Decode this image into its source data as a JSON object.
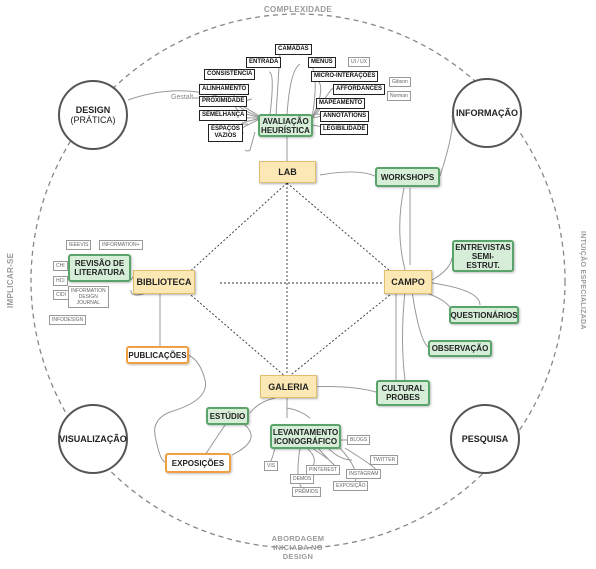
{
  "outer_labels": {
    "top": "COMPLEXIDADE",
    "left": "IMPLICAR-SE",
    "right": "INTUIÇÃO ESPECIALIZADA",
    "bottom": [
      "ABORDAGEM",
      "INICIADA NO",
      "DESIGN"
    ]
  },
  "circles": {
    "design": {
      "title": "DESIGN",
      "subtitle": "(PRÁTICA)"
    },
    "informacao": {
      "title": "INFORMAÇÃO"
    },
    "visualizacao": {
      "title": "VISUALIZAÇÃO"
    },
    "pesquisa": {
      "title": "PESQUISA"
    }
  },
  "hubs": {
    "lab": "LAB",
    "biblioteca": "BIBLIOTECA",
    "campo": "CAMPO",
    "galeria": "GALERIA"
  },
  "green_boxes": {
    "avaliacao": [
      "AVALIAÇÃO",
      "HEURÍSTICA"
    ],
    "workshops": "WORKSHOPS",
    "entrevistas": [
      "ENTREVISTAS",
      "SEMI-",
      "ESTRUT."
    ],
    "questionarios": "QUESTIONÁRIOS",
    "observacao": "OBSERVAÇÃO",
    "cultural_probes": [
      "CULTURAL",
      "PROBES"
    ],
    "revisao": [
      "REVISÃO DE",
      "LITERATURA"
    ],
    "estudio": "ESTÚDIO",
    "levantamento": [
      "LEVANTAMENTO",
      "ICONOGRÁFICO"
    ]
  },
  "orange_boxes": {
    "publicacoes": "PUBLICAÇÕES",
    "exposicoes": "EXPOSIÇÕES"
  },
  "heuristic_tags": {
    "camadas": "CAMADAS",
    "entrada": "ENTRADA",
    "menus": "MENUS",
    "consistencia": "CONSISTÊNCIA",
    "micro": "MICRO-INTERAÇÕES",
    "alinhamento": "ALINHAMENTO",
    "affordances": "AFFORDANCES",
    "proximidade": "PROXIMIDADE",
    "mapeamento": "MAPEAMENTO",
    "semelhanca": "SEMELHANÇA",
    "annotations": "ANNOTATIONS",
    "espacos": [
      "ESPAÇOS",
      "VAZIOS"
    ],
    "legibilidade": "LEGIBILIDADE"
  },
  "ref_tags": {
    "ui_ux": "UI / UX",
    "gibson": "Gibson",
    "norman": "Norman",
    "gestalt": "Gestalt",
    "ieeevis": "IEEEVIS",
    "information_plus": "INFORMATION+",
    "chi": "CHI",
    "hci": "HCI",
    "cidi": "CIDI",
    "info_design_journal": [
      "INFORMATION",
      "DESIGN",
      "JOURNAL"
    ],
    "infodesign": "INFODESIGN",
    "blogs": "BLOGS",
    "twitter": "TWITTER",
    "vis": "VIS",
    "pinterest": "PINTEREST",
    "instagram": "INSTAGRAM",
    "demos": "DEMOS",
    "exposicao": "EXPOSIÇÃO",
    "premios": "PRÊMIOS"
  }
}
